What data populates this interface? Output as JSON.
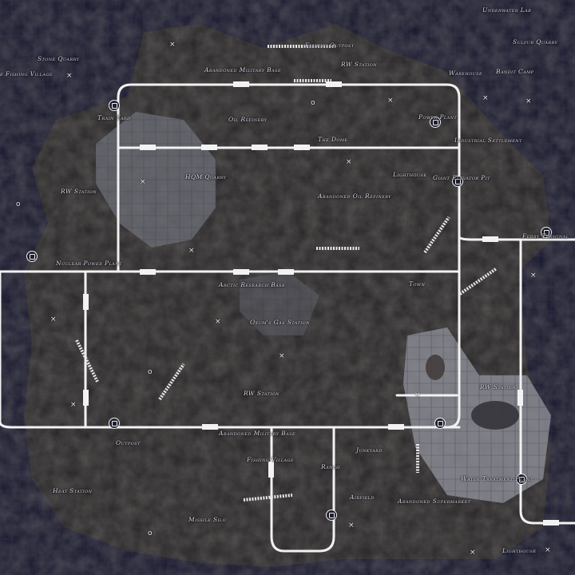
{
  "map": {
    "colors": {
      "background": "#1c1c31",
      "grid": "#3a3a5a",
      "terrain_dark": "#2f2c28",
      "terrain_light": "#5a5750",
      "snow": "#9a9ca4",
      "rail": "#f2f2f2"
    },
    "labels": [
      {
        "id": "underwater-lab",
        "text": "Underwater Lab"
      },
      {
        "id": "fishing-outpost",
        "text": "Fishing Outpost"
      },
      {
        "id": "sulfur-quarry",
        "text": "Sulfur Quarry"
      },
      {
        "id": "stone-quarry",
        "text": "Stone Quarry"
      },
      {
        "id": "abandoned-military-base-north",
        "text": "Abandoned Military Base"
      },
      {
        "id": "rw-station-north",
        "text": "RW Station"
      },
      {
        "id": "fishing-village-west",
        "text": "e Fishing Village"
      },
      {
        "id": "warehouse",
        "text": "Warehouse"
      },
      {
        "id": "bandit-camp",
        "text": "Bandit Camp"
      },
      {
        "id": "train-yard",
        "text": "Train Yard"
      },
      {
        "id": "oil-refinery",
        "text": "Oil Refinery"
      },
      {
        "id": "power-plant",
        "text": "Power Plant"
      },
      {
        "id": "the-dome",
        "text": "The Dome"
      },
      {
        "id": "industrial-settlement",
        "text": "Industrial Settlement"
      },
      {
        "id": "hqm-quarry",
        "text": "HQM Quarry"
      },
      {
        "id": "lighthouse-north",
        "text": "Lighthouse"
      },
      {
        "id": "giant-elevator-pit",
        "text": "Giant Elevator Pit"
      },
      {
        "id": "rw-station-west",
        "text": "RW Station"
      },
      {
        "id": "abandoned-oil-refinery",
        "text": "Abandoned Oil Refinery"
      },
      {
        "id": "ferry-terminal",
        "text": "Ferry Terminal"
      },
      {
        "id": "nuclear-power-plant",
        "text": "Nuclear Power Plant"
      },
      {
        "id": "arctic-research-base",
        "text": "Arctic Research Base"
      },
      {
        "id": "town",
        "text": "Town"
      },
      {
        "id": "oxums-gas-station",
        "text": "Oxum's Gas Station"
      },
      {
        "id": "rw-station-center",
        "text": "RW Station"
      },
      {
        "id": "rw-station-east",
        "text": "RW Station"
      },
      {
        "id": "outpost",
        "text": "Outpost"
      },
      {
        "id": "abandoned-military-base-south",
        "text": "Abandoned Military Base"
      },
      {
        "id": "junkyard",
        "text": "Junkyard"
      },
      {
        "id": "fishing-village-south",
        "text": "Fishing Village"
      },
      {
        "id": "ranch",
        "text": "Ranch"
      },
      {
        "id": "heat-station",
        "text": "Heat Station"
      },
      {
        "id": "airfield",
        "text": "Airfield"
      },
      {
        "id": "water-treatment-plant",
        "text": "Water Treatment Plant"
      },
      {
        "id": "abandoned-supermarket",
        "text": "Abandoned Supermarket"
      },
      {
        "id": "missile-silo",
        "text": "Missile Silo"
      },
      {
        "id": "lighthouse-south",
        "text": "Lighthouse"
      }
    ],
    "markers": [
      {
        "id": "x1",
        "glyph": "×"
      },
      {
        "id": "x2",
        "glyph": "×"
      },
      {
        "id": "x3",
        "glyph": "×"
      },
      {
        "id": "x4",
        "glyph": "×"
      },
      {
        "id": "x5",
        "glyph": "×"
      },
      {
        "id": "x6",
        "glyph": "×"
      },
      {
        "id": "x7",
        "glyph": "×"
      },
      {
        "id": "x8",
        "glyph": "×"
      },
      {
        "id": "x9",
        "glyph": "×"
      },
      {
        "id": "x10",
        "glyph": "×"
      },
      {
        "id": "x11",
        "glyph": "×"
      },
      {
        "id": "x12",
        "glyph": "×"
      },
      {
        "id": "x13",
        "glyph": "×"
      },
      {
        "id": "x14",
        "glyph": "×"
      },
      {
        "id": "x15",
        "glyph": "×"
      },
      {
        "id": "x16",
        "glyph": "×"
      },
      {
        "id": "x17",
        "glyph": "×"
      },
      {
        "id": "o1",
        "glyph": "o"
      },
      {
        "id": "o2",
        "glyph": "o"
      },
      {
        "id": "o3",
        "glyph": "o"
      },
      {
        "id": "o4",
        "glyph": "o"
      }
    ]
  }
}
